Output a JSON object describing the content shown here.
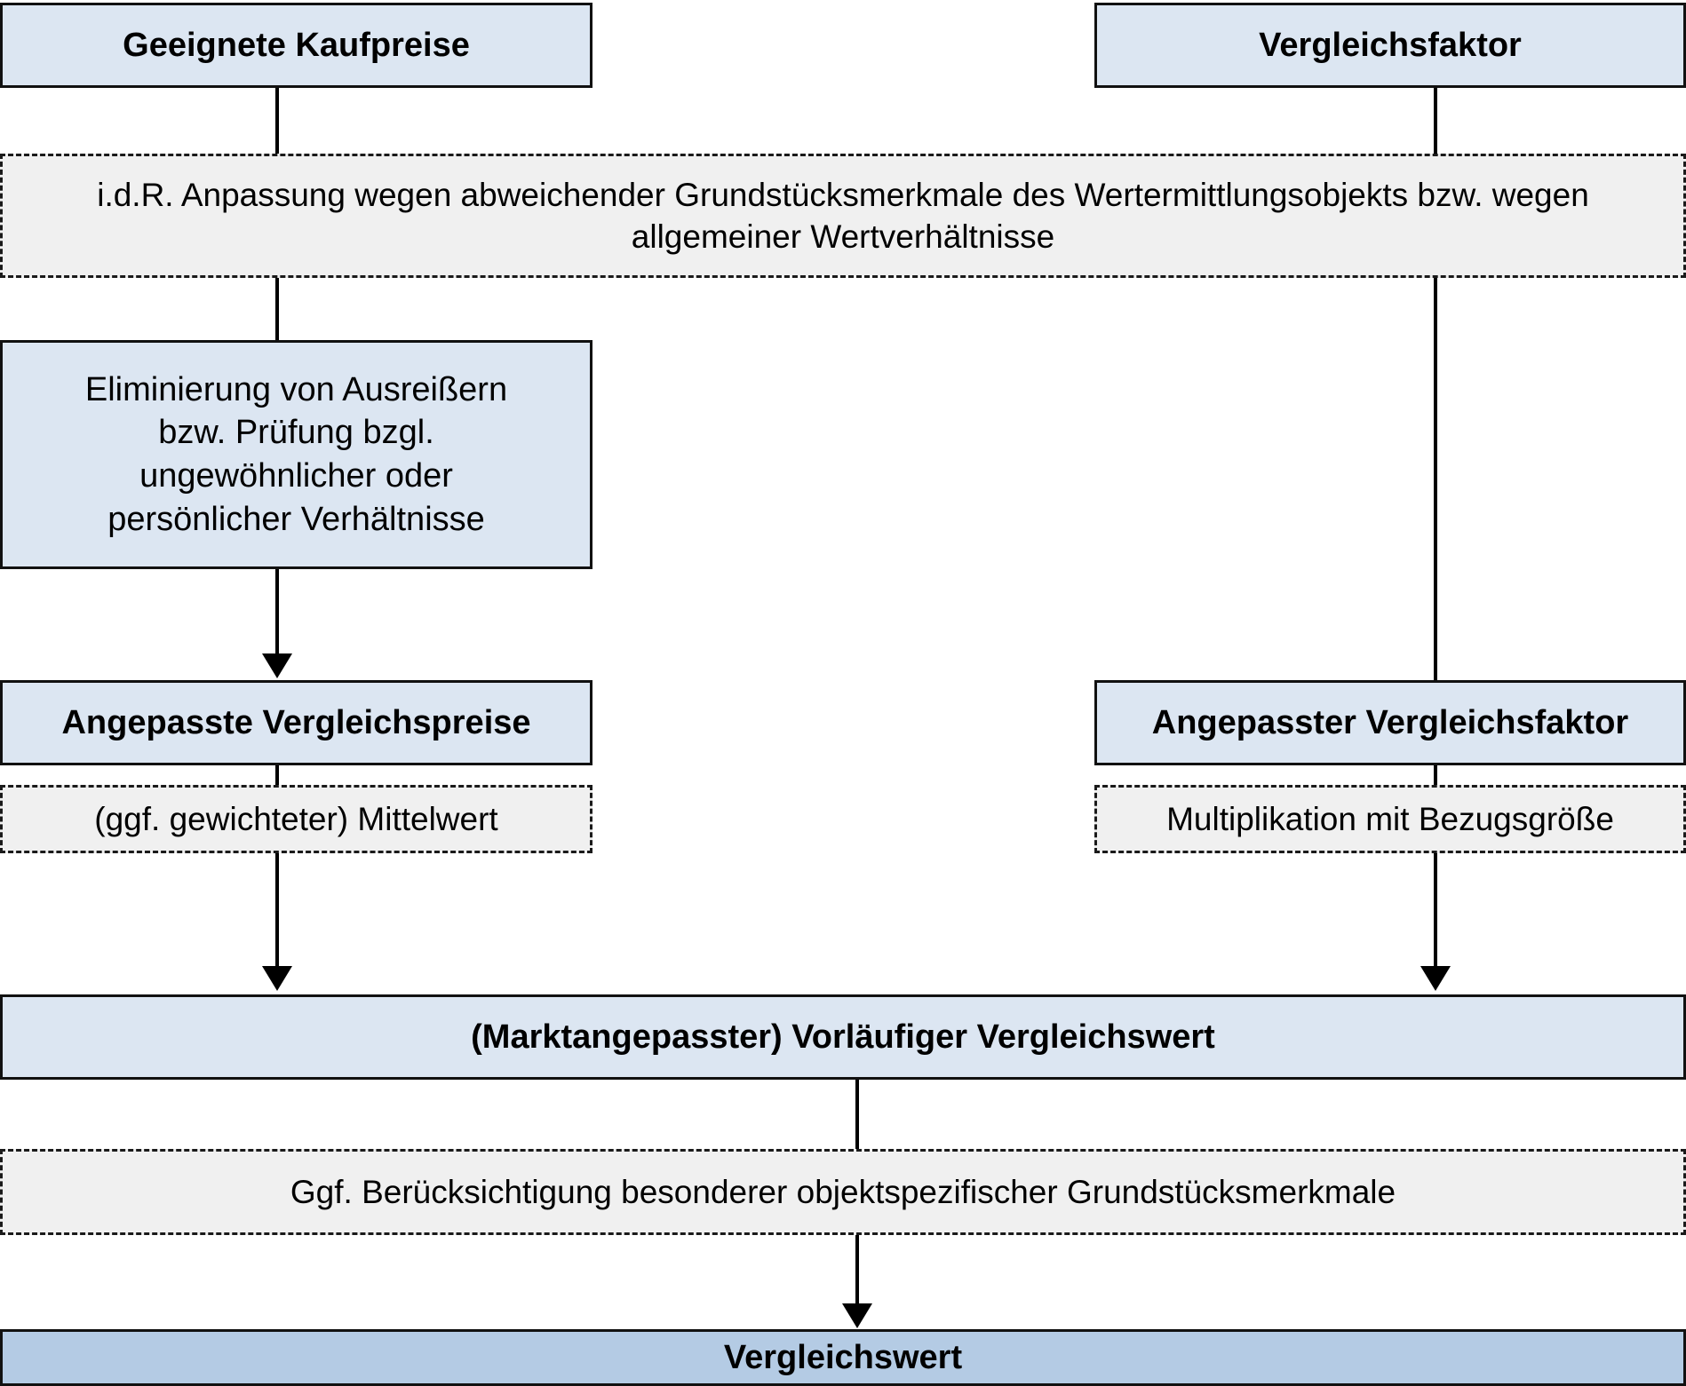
{
  "diagram": {
    "title_language": "de",
    "colors": {
      "box_fill_light": "#dce6f2",
      "box_fill_result": "#b4cbe4",
      "dashed_fill": "#f0f0f0",
      "border": "#111111",
      "connector": "#000000",
      "text": "#000000"
    },
    "nodes": {
      "geeignete_kaufpreise": "Geeignete Kaufpreise",
      "vergleichsfaktor": "Vergleichsfaktor",
      "anpassung_note": "i.d.R. Anpassung wegen abweichender Grundstücksmerkmale des Wertermittlungsobjekts bzw. wegen allgemeiner Wertverhältnisse",
      "eliminierung": "Eliminierung von Ausreißern\nbzw. Prüfung bzgl.\nungewöhnlicher oder\npersönlicher Verhältnisse",
      "angepasste_vergleichspreise": "Angepasste Vergleichspreise",
      "angepasster_vergleichsfaktor": "Angepasster Vergleichsfaktor",
      "mittelwert": "(ggf. gewichteter) Mittelwert",
      "multiplikation": "Multiplikation mit Bezugsgröße",
      "vorlaeufiger_vergleichswert": "(Marktangepasster) Vorläufiger Vergleichswert",
      "objektspezifische_merkmale": "Ggf. Berücksichtigung besonderer objektspezifischer Grundstücksmerkmale",
      "vergleichswert": "Vergleichswert"
    },
    "edges": [
      {
        "from": "geeignete_kaufpreise",
        "to": "anpassung_note",
        "arrow": false
      },
      {
        "from": "vergleichsfaktor",
        "to": "anpassung_note",
        "arrow": false
      },
      {
        "from": "anpassung_note",
        "to": "eliminierung",
        "arrow": false
      },
      {
        "from": "eliminierung",
        "to": "angepasste_vergleichspreise",
        "arrow": true
      },
      {
        "from": "anpassung_note",
        "to": "angepasster_vergleichsfaktor",
        "arrow": false
      },
      {
        "from": "angepasste_vergleichspreise",
        "to": "mittelwert",
        "arrow": false
      },
      {
        "from": "angepasster_vergleichsfaktor",
        "to": "multiplikation",
        "arrow": false
      },
      {
        "from": "mittelwert",
        "to": "vorlaeufiger_vergleichswert",
        "arrow": true
      },
      {
        "from": "multiplikation",
        "to": "vorlaeufiger_vergleichswert",
        "arrow": true
      },
      {
        "from": "vorlaeufiger_vergleichswert",
        "to": "objektspezifische_merkmale",
        "arrow": false
      },
      {
        "from": "objektspezifische_merkmale",
        "to": "vergleichswert",
        "arrow": true
      }
    ]
  }
}
